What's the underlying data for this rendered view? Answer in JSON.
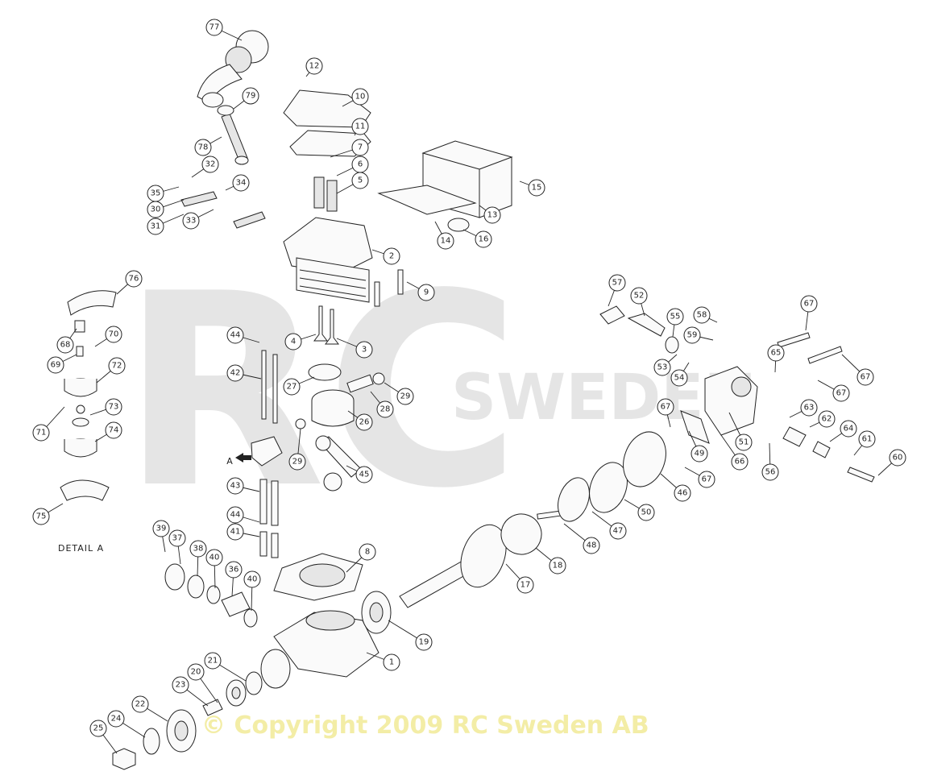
{
  "watermark": {
    "logo_text": "RC",
    "brand_text": "SWEDEN"
  },
  "detail_label": "DETAIL  A",
  "callout_a": "A",
  "copyright": "© Copyright 2009 RC Sweden AB",
  "part_numbers": [
    "1",
    "2",
    "3",
    "4",
    "5",
    "6",
    "7",
    "8",
    "9",
    "10",
    "11",
    "12",
    "13",
    "14",
    "15",
    "16",
    "17",
    "18",
    "19",
    "20",
    "21",
    "22",
    "23",
    "24",
    "25",
    "26",
    "27",
    "28",
    "29",
    "30",
    "31",
    "32",
    "33",
    "34",
    "35",
    "36",
    "37",
    "38",
    "39",
    "40",
    "41",
    "42",
    "43",
    "44",
    "45",
    "46",
    "47",
    "48",
    "49",
    "50",
    "51",
    "52",
    "53",
    "54",
    "55",
    "56",
    "57",
    "58",
    "59",
    "60",
    "61",
    "62",
    "63",
    "64",
    "65",
    "66",
    "67",
    "68",
    "69",
    "70",
    "71",
    "72",
    "73",
    "74",
    "75",
    "76",
    "77",
    "78",
    "79"
  ],
  "colors": {
    "ink": "#222222",
    "watermark": "#e5e5e5",
    "copyright": "#f3eda6"
  }
}
